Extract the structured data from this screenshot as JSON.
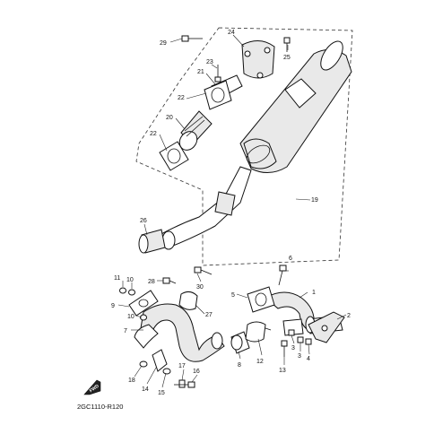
{
  "diagram": {
    "code": "2GC1110-R120",
    "fwd_label": "FWD",
    "callouts": [
      {
        "id": "c29",
        "label": "29"
      },
      {
        "id": "c24",
        "label": "24"
      },
      {
        "id": "c25",
        "label": "25"
      },
      {
        "id": "c23",
        "label": "23"
      },
      {
        "id": "c21",
        "label": "21"
      },
      {
        "id": "c22a",
        "label": "22"
      },
      {
        "id": "c20",
        "label": "20"
      },
      {
        "id": "c22b",
        "label": "22"
      },
      {
        "id": "c19",
        "label": "19"
      },
      {
        "id": "c26",
        "label": "26"
      },
      {
        "id": "c30",
        "label": "30"
      },
      {
        "id": "c6",
        "label": "6"
      },
      {
        "id": "c11",
        "label": "11"
      },
      {
        "id": "c10a",
        "label": "10"
      },
      {
        "id": "c28",
        "label": "28"
      },
      {
        "id": "c5",
        "label": "5"
      },
      {
        "id": "c1",
        "label": "1"
      },
      {
        "id": "c9",
        "label": "9"
      },
      {
        "id": "c10b",
        "label": "10"
      },
      {
        "id": "c27",
        "label": "27"
      },
      {
        "id": "c2",
        "label": "2"
      },
      {
        "id": "c7",
        "label": "7"
      },
      {
        "id": "c3a",
        "label": "3"
      },
      {
        "id": "c8",
        "label": "8"
      },
      {
        "id": "c12",
        "label": "12"
      },
      {
        "id": "c3b",
        "label": "3"
      },
      {
        "id": "c4",
        "label": "4"
      },
      {
        "id": "c17",
        "label": "17"
      },
      {
        "id": "c16",
        "label": "16"
      },
      {
        "id": "c18",
        "label": "18"
      },
      {
        "id": "c13",
        "label": "13"
      },
      {
        "id": "c14",
        "label": "14"
      },
      {
        "id": "c15",
        "label": "15"
      }
    ]
  }
}
